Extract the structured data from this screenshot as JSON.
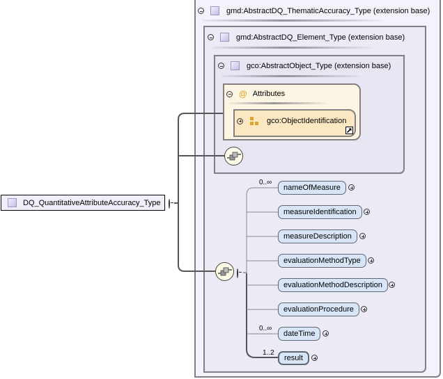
{
  "root": {
    "name": "DQ_QuantitativeAttributeAccuracy_Type",
    "icon": "complex-type-icon",
    "toggle": "collapse"
  },
  "extension_bases": [
    {
      "label": "gmd:AbstractDQ_ThematicAccuracy_Type (extension base)",
      "icon": "complex-type-icon",
      "toggle": "collapse"
    },
    {
      "label": "gmd:AbstractDQ_Element_Type (extension base)",
      "icon": "complex-type-icon",
      "toggle": "collapse"
    },
    {
      "label": "gco:AbstractObject_Type (extension base)",
      "icon": "complex-type-icon",
      "toggle": "collapse"
    }
  ],
  "attributes": {
    "label": "Attributes",
    "icon": "at-sign-icon",
    "group": {
      "label": "gco:ObjectIdentification",
      "icon": "attribute-group-icon",
      "reference_icon": "shortcut-arrow-icon",
      "toggle": "expand"
    }
  },
  "sequences": [
    {
      "icon": "sequence-icon",
      "toggle": null
    },
    {
      "icon": "sequence-icon",
      "toggle": "collapse"
    }
  ],
  "elements": [
    {
      "name": "nameOfMeasure",
      "cardinality": "0..∞",
      "required": false
    },
    {
      "name": "measureIdentification",
      "cardinality": "",
      "required": false
    },
    {
      "name": "measureDescription",
      "cardinality": "",
      "required": false
    },
    {
      "name": "evaluationMethodType",
      "cardinality": "",
      "required": false
    },
    {
      "name": "evaluationMethodDescription",
      "cardinality": "",
      "required": false
    },
    {
      "name": "evaluationProcedure",
      "cardinality": "",
      "required": false
    },
    {
      "name": "dateTime",
      "cardinality": "0..∞",
      "required": false
    },
    {
      "name": "result",
      "cardinality": "1..2",
      "required": true
    }
  ],
  "colors": {
    "element_fill": "#d8e5f7",
    "attribute_fill": "#fdf5e3",
    "attribute_group_fill": "#fbe8c3",
    "type_box_fill": "#f4f2fa",
    "sequence_fill": "#fdfbe8"
  }
}
